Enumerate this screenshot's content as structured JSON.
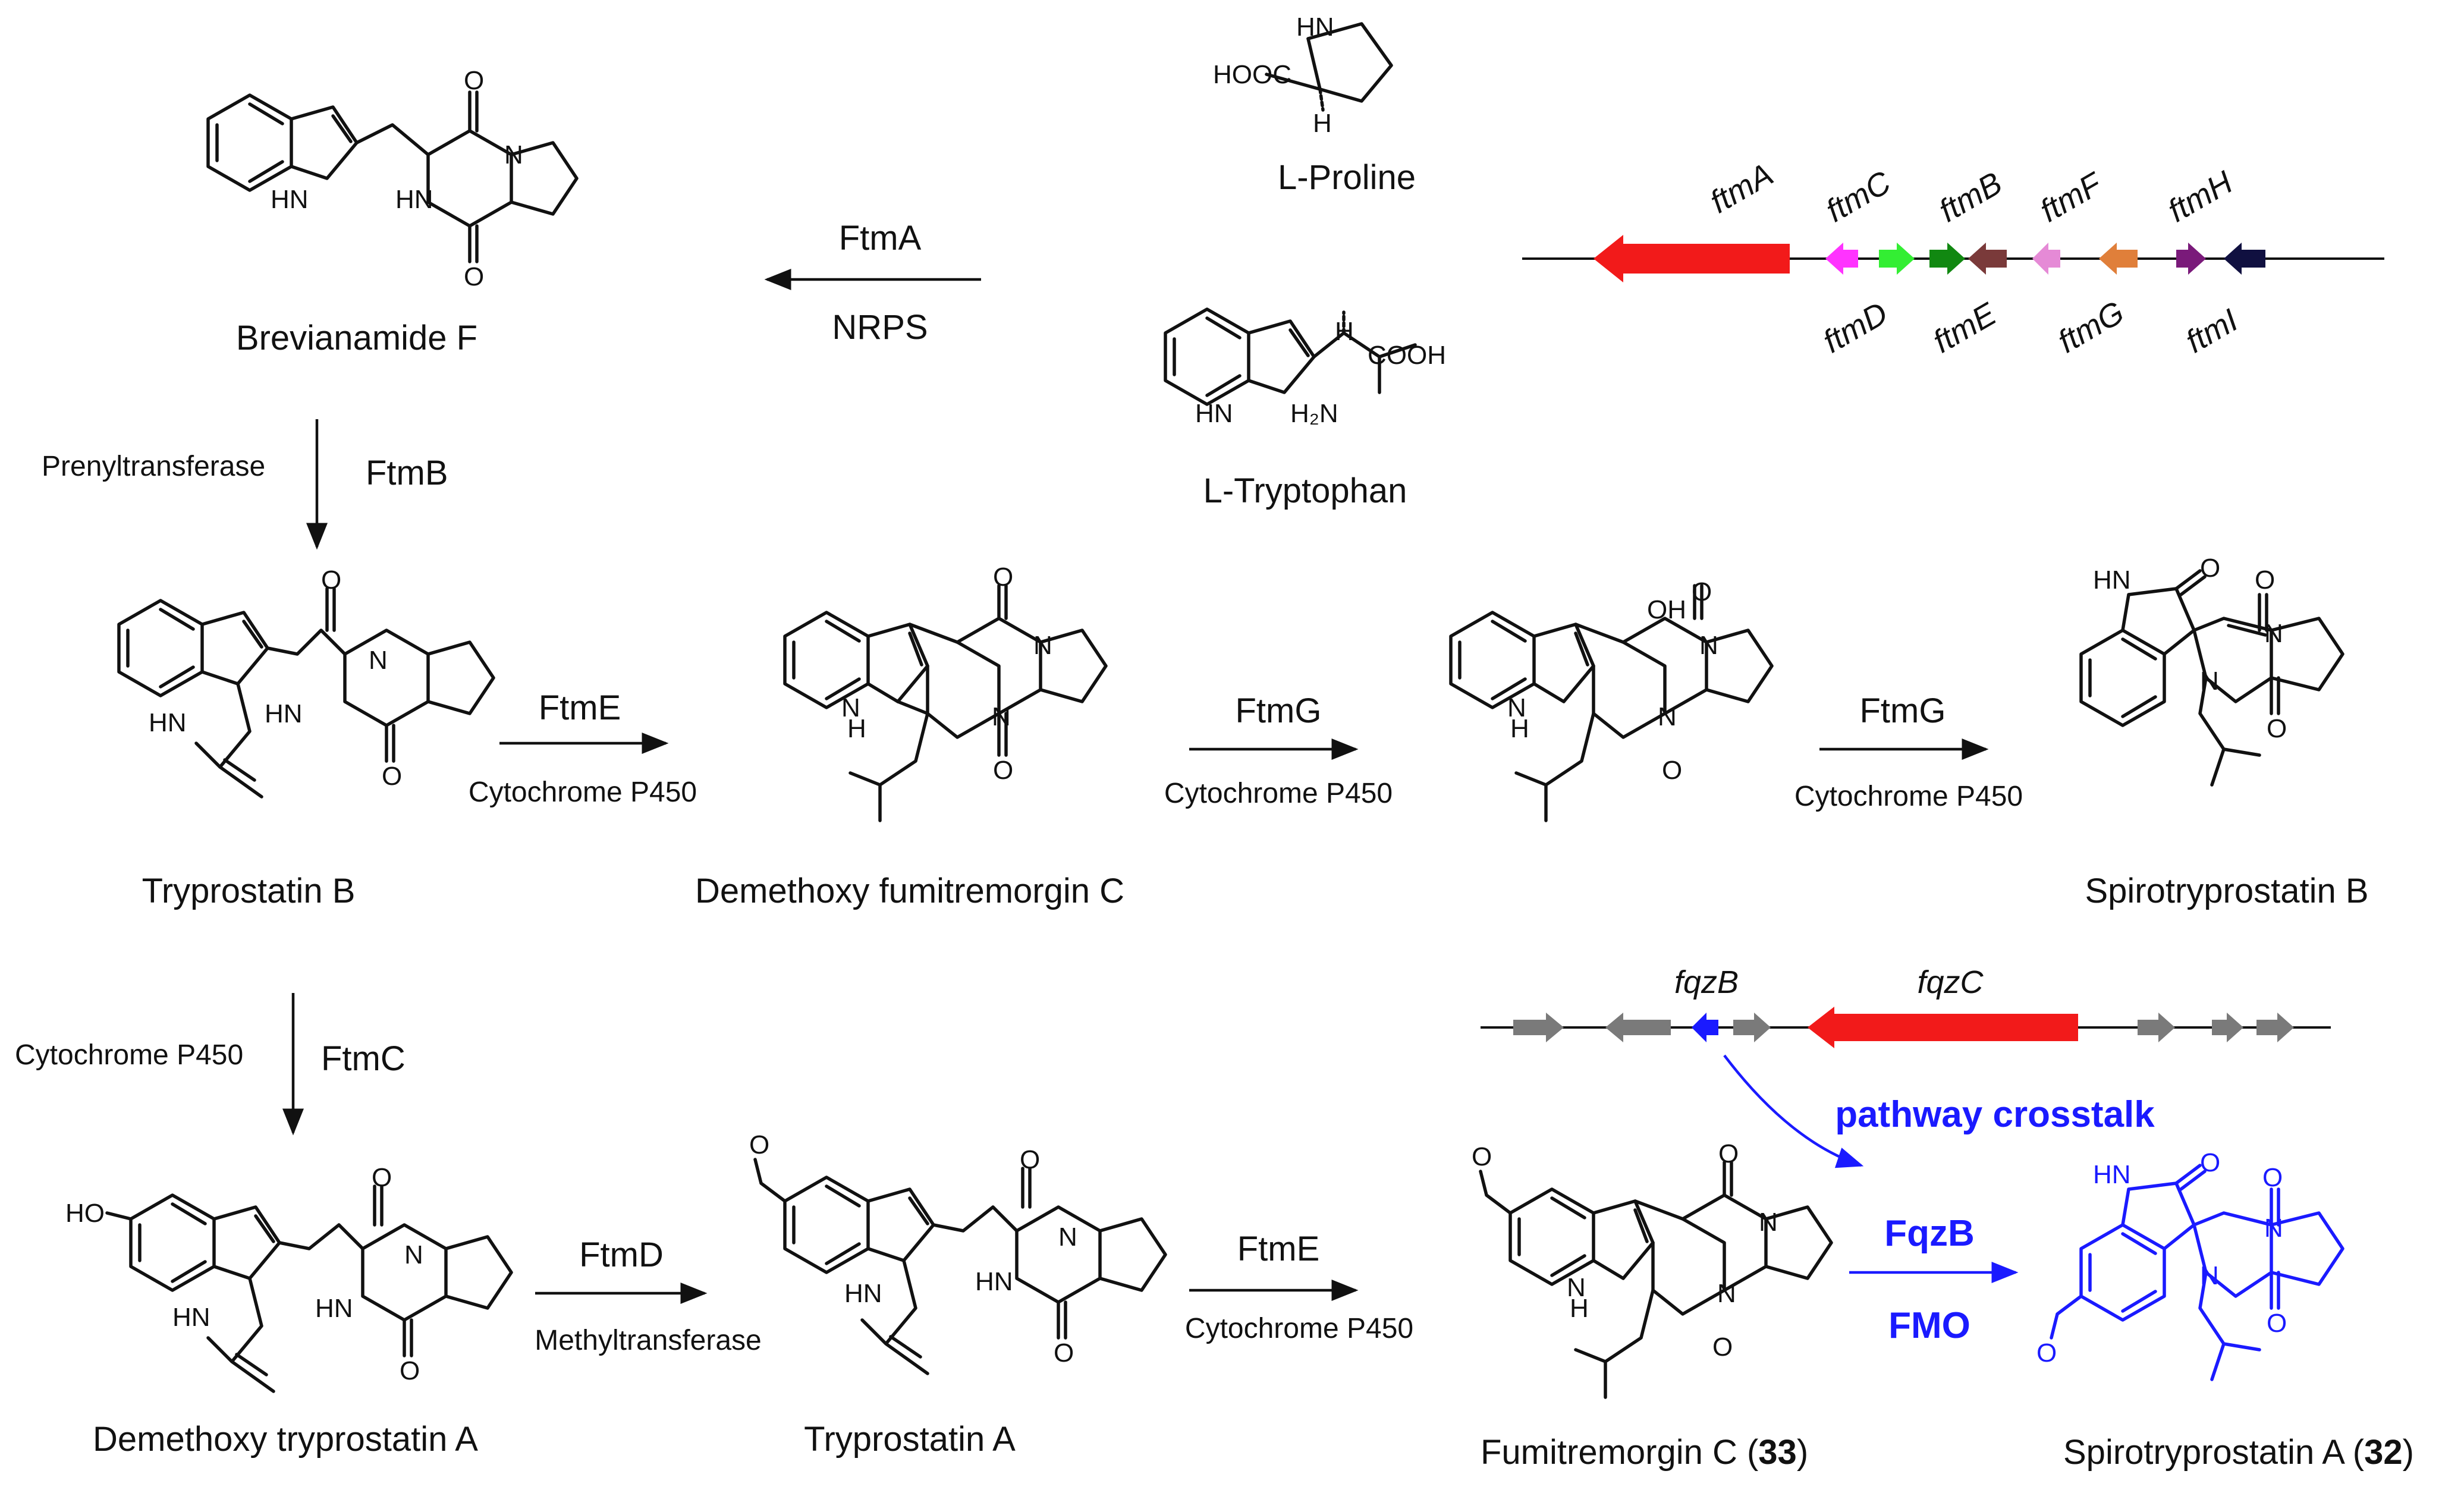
{
  "compounds": {
    "proline": "L-Proline",
    "brevianamide_f": "Brevianamide F",
    "tryptophan": "L-Tryptophan",
    "tryprostatin_b": "Tryprostatin B",
    "demethoxy_fumitremorgin_c": "Demethoxy fumitremorgin C",
    "spirotryprostatin_b": "Spirotryprostatin B",
    "demethoxy_tryprostatin_a": "Demethoxy tryprostatin A",
    "tryprostatin_a": "Tryprostatin A",
    "fumitremorgin_c": "Fumitremorgin C (",
    "fumitremorgin_c_num": "33",
    "fumitremorgin_c_close": ")",
    "spirotryprostatin_a": "Spirotryprostatin A (",
    "spirotryprostatin_a_num": "32",
    "spirotryprostatin_a_close": ")"
  },
  "enzymes": {
    "ftmA": "FtmA",
    "nrps": "NRPS",
    "prenyltransferase": "Prenyltransferase",
    "ftmB": "FtmB",
    "ftmE_1": "FtmE",
    "p450_1": "Cytochrome P450",
    "ftmG_1": "FtmG",
    "p450_2": "Cytochrome P450",
    "ftmG_2": "FtmG",
    "p450_3": "Cytochrome P450",
    "p450_4": "Cytochrome P450",
    "ftmC": "FtmC",
    "ftmD": "FtmD",
    "methyltransferase": "Methyltransferase",
    "ftmE_2": "FtmE",
    "p450_5": "Cytochrome P450",
    "fqzB": "FqzB",
    "fmo": "FMO"
  },
  "crosstalk_label": "pathway crosstalk",
  "gene_cluster_ftm": {
    "genes_top": [
      "ftmA",
      "ftmC",
      "ftmB",
      "ftmF",
      "ftmH"
    ],
    "genes_bottom": [
      "ftmD",
      "ftmE",
      "ftmG",
      "ftmI"
    ],
    "colors": {
      "ftmA": "#f21a1a",
      "ftmC": "#ff33ff",
      "ftmD": "#33ee33",
      "ftmB": "#118811",
      "ftmE": "#7a3a3a",
      "ftmF": "#e58ad6",
      "ftmG": "#e07f3a",
      "ftmH": "#7a1a7a",
      "ftmI": "#101040"
    }
  },
  "gene_cluster_fqz": {
    "genes": [
      "fqzB",
      "fqzC"
    ],
    "colors": {
      "fqzB": "#1a1aff",
      "fqzC": "#f21a1a",
      "other": "#7a7a7a"
    }
  },
  "atoms": {
    "hooc": "HOOC",
    "cooh": "COOH",
    "h": "H",
    "hn": "HN",
    "nh": "NH",
    "n": "N",
    "o": "O",
    "oh": "OH",
    "h2n": "H₂N",
    "ho": "HO"
  },
  "colors": {
    "accent_blue": "#1a1aff",
    "text": "#111111"
  }
}
